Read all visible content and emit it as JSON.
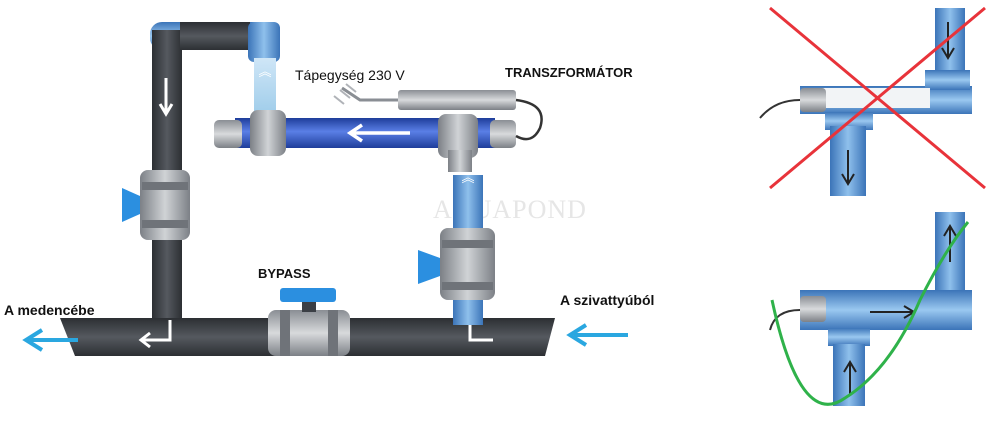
{
  "labels": {
    "power_supply": "Tápegység 230 V",
    "transformer": "TRANSZFORMÁTOR",
    "bypass": "BYPASS",
    "to_pool": "A medencébe",
    "from_pump": "A szivattyúból",
    "watermark": "AQUAPOND"
  },
  "colors": {
    "pipe_dark": "#3a3d42",
    "pipe_blue": "#5b8fc9",
    "valve_handle": "#2b8fe0",
    "flow_arrow": "#2aa7e0",
    "wrong_cross": "#e8333a",
    "correct_curve": "#2fb24a"
  },
  "icons": [
    "flow-arrow-icon",
    "power-plug-icon",
    "valve-handle-icon",
    "cross-icon",
    "check-curve-icon"
  ]
}
